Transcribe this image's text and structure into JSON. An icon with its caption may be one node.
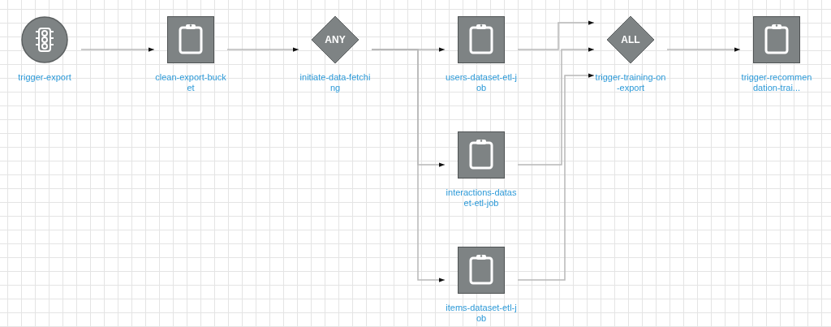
{
  "diagram": {
    "nodes": [
      {
        "text": [
          "trigger-export"
        ]
      },
      {
        "text": [
          "clean-export-bucket"
        ]
      },
      {
        "text": [
          "ANY",
          "initiate-data-fetching"
        ]
      },
      {
        "text": [
          "users-dataset-etl-job"
        ]
      },
      {
        "text": [
          "interactions-dataset-etl-job"
        ]
      },
      {
        "text": [
          "items-dataset-etl-job"
        ]
      },
      {
        "text": [
          "ALL",
          "trigger-training-on-export"
        ]
      },
      {
        "text": [
          "trigger-recommendation-trai..."
        ]
      }
    ],
    "edges": [
      {
        "from": 0,
        "to": 1,
        "arrow": "to"
      },
      {
        "from": 1,
        "to": 2,
        "arrow": "to"
      },
      {
        "from": 2,
        "to": 3,
        "arrow": "to"
      },
      {
        "from": 2,
        "to": 4,
        "arrow": "to"
      },
      {
        "from": 2,
        "to": 5,
        "arrow": "to"
      },
      {
        "from": 3,
        "to": 6,
        "arrow": "to"
      },
      {
        "from": 4,
        "to": 6,
        "arrow": "to"
      },
      {
        "from": 5,
        "to": 6,
        "arrow": "to"
      },
      {
        "from": 6,
        "to": 7,
        "arrow": "to"
      }
    ]
  }
}
